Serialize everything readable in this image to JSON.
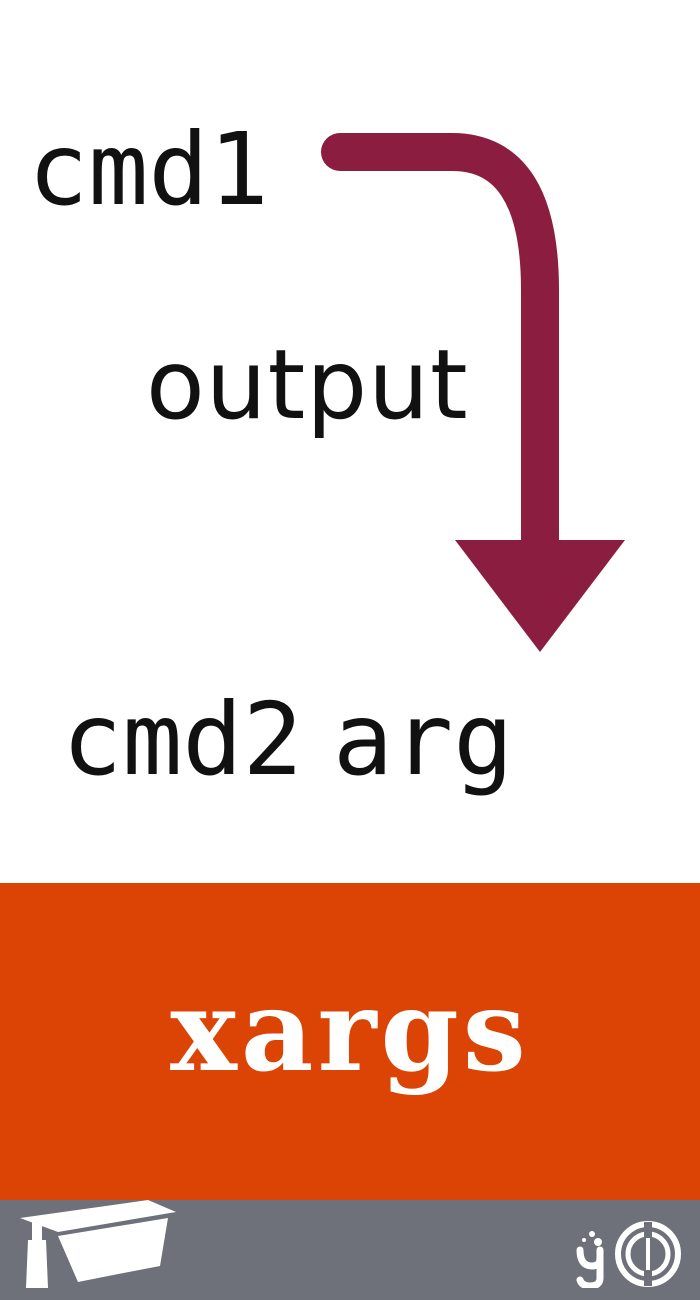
{
  "diagram": {
    "source_command": "cmd1",
    "flow_label": "output",
    "target_command": "cmd2",
    "target_argument": "arg",
    "arrow_color": "#8b1e40"
  },
  "banner": {
    "title": "xargs",
    "color": "#dc4405"
  },
  "footer": {
    "color": "#6e7179",
    "left_icon": "graduation-cap-icon",
    "right_icon": "brand-logo-icon"
  }
}
